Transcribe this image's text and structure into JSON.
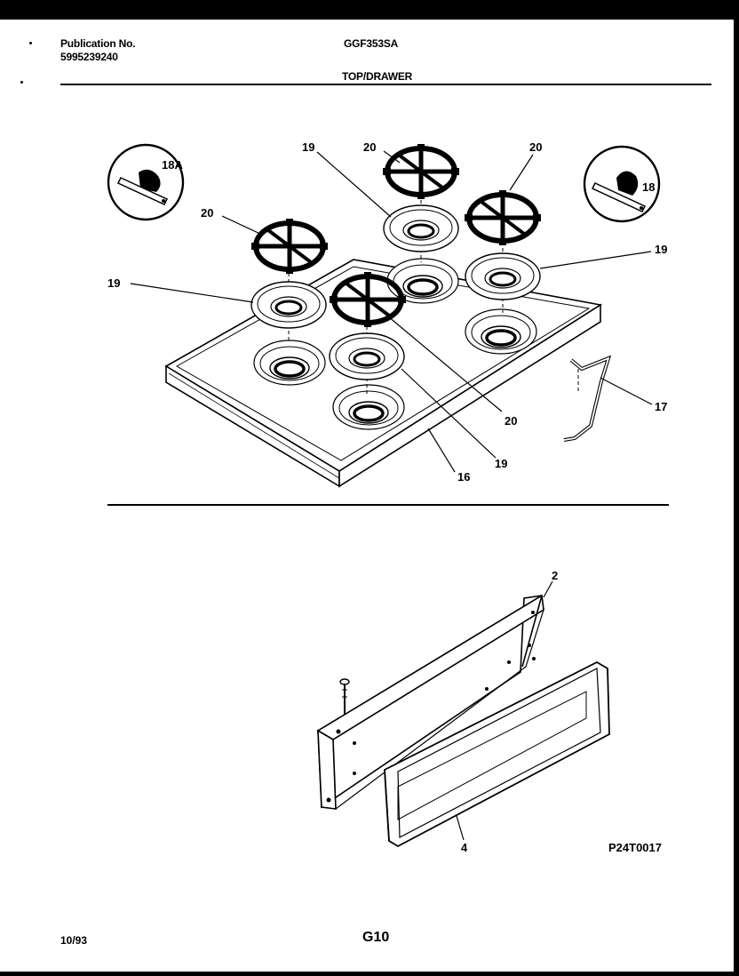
{
  "header": {
    "pub_label": "Publication No.",
    "pub_number": "5995239240",
    "model": "GGF353SA",
    "section": "TOP/DRAWER"
  },
  "callouts": {
    "c18a": "18A",
    "c18": "18",
    "c20_left": "20",
    "c20_top": "20",
    "c20_right": "20",
    "c20_bottom": "20",
    "c19_top": "19",
    "c19_left": "19",
    "c19_right": "19",
    "c19_bottom": "19",
    "c16": "16",
    "c17": "17",
    "c2": "2",
    "c4": "4"
  },
  "figure_code": "P24T0017",
  "footer": {
    "date": "10/93",
    "page": "G10"
  }
}
